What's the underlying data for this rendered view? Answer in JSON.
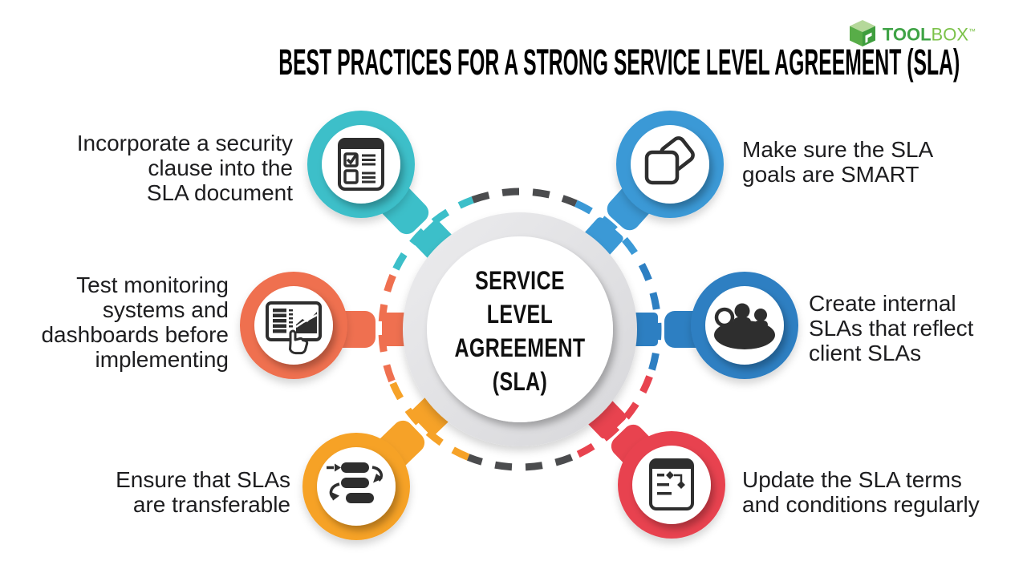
{
  "title": "BEST PRACTICES FOR A STRONG SERVICE LEVEL AGREEMENT (SLA)",
  "brand": {
    "name_bold": "TOOL",
    "name_light": "BOX",
    "tm": "™"
  },
  "center": {
    "label": "SERVICE\nLEVEL\nAGREEMENT\n(SLA)"
  },
  "colors": {
    "background": "#ffffff",
    "dash_gray": "#4b4c4e",
    "center_ring": "#e3e3e6",
    "icon_ink": "#2e2e2e",
    "logo_green_dark": "#3fa346",
    "logo_green_light": "#7cc24a"
  },
  "nodes": [
    {
      "id": "security-clause",
      "position": "top-left",
      "color": "#3cbfc9",
      "icon": "checklist-icon",
      "label": "Incorporate a security\nclause into the\nSLA document"
    },
    {
      "id": "smart-goals",
      "position": "top-right",
      "color": "#3b99d6",
      "icon": "sticky-notes-icon",
      "label": "Make sure the SLA\ngoals are SMART"
    },
    {
      "id": "test-monitoring",
      "position": "middle-left",
      "color": "#ef7050",
      "icon": "dashboard-icon",
      "label": "Test monitoring\nsystems and\ndashboards before\nimplementing"
    },
    {
      "id": "internal-slas",
      "position": "middle-right",
      "color": "#2d7fc2",
      "icon": "meeting-icon",
      "label": "Create internal\nSLAs that reflect\nclient SLAs"
    },
    {
      "id": "transferable",
      "position": "bottom-left",
      "color": "#f6a228",
      "icon": "transfer-icon",
      "label": "Ensure that SLAs\nare transferable"
    },
    {
      "id": "update-terms",
      "position": "bottom-right",
      "color": "#e8434f",
      "icon": "update-doc-icon",
      "label": "Update the SLA terms\nand conditions regularly"
    }
  ]
}
